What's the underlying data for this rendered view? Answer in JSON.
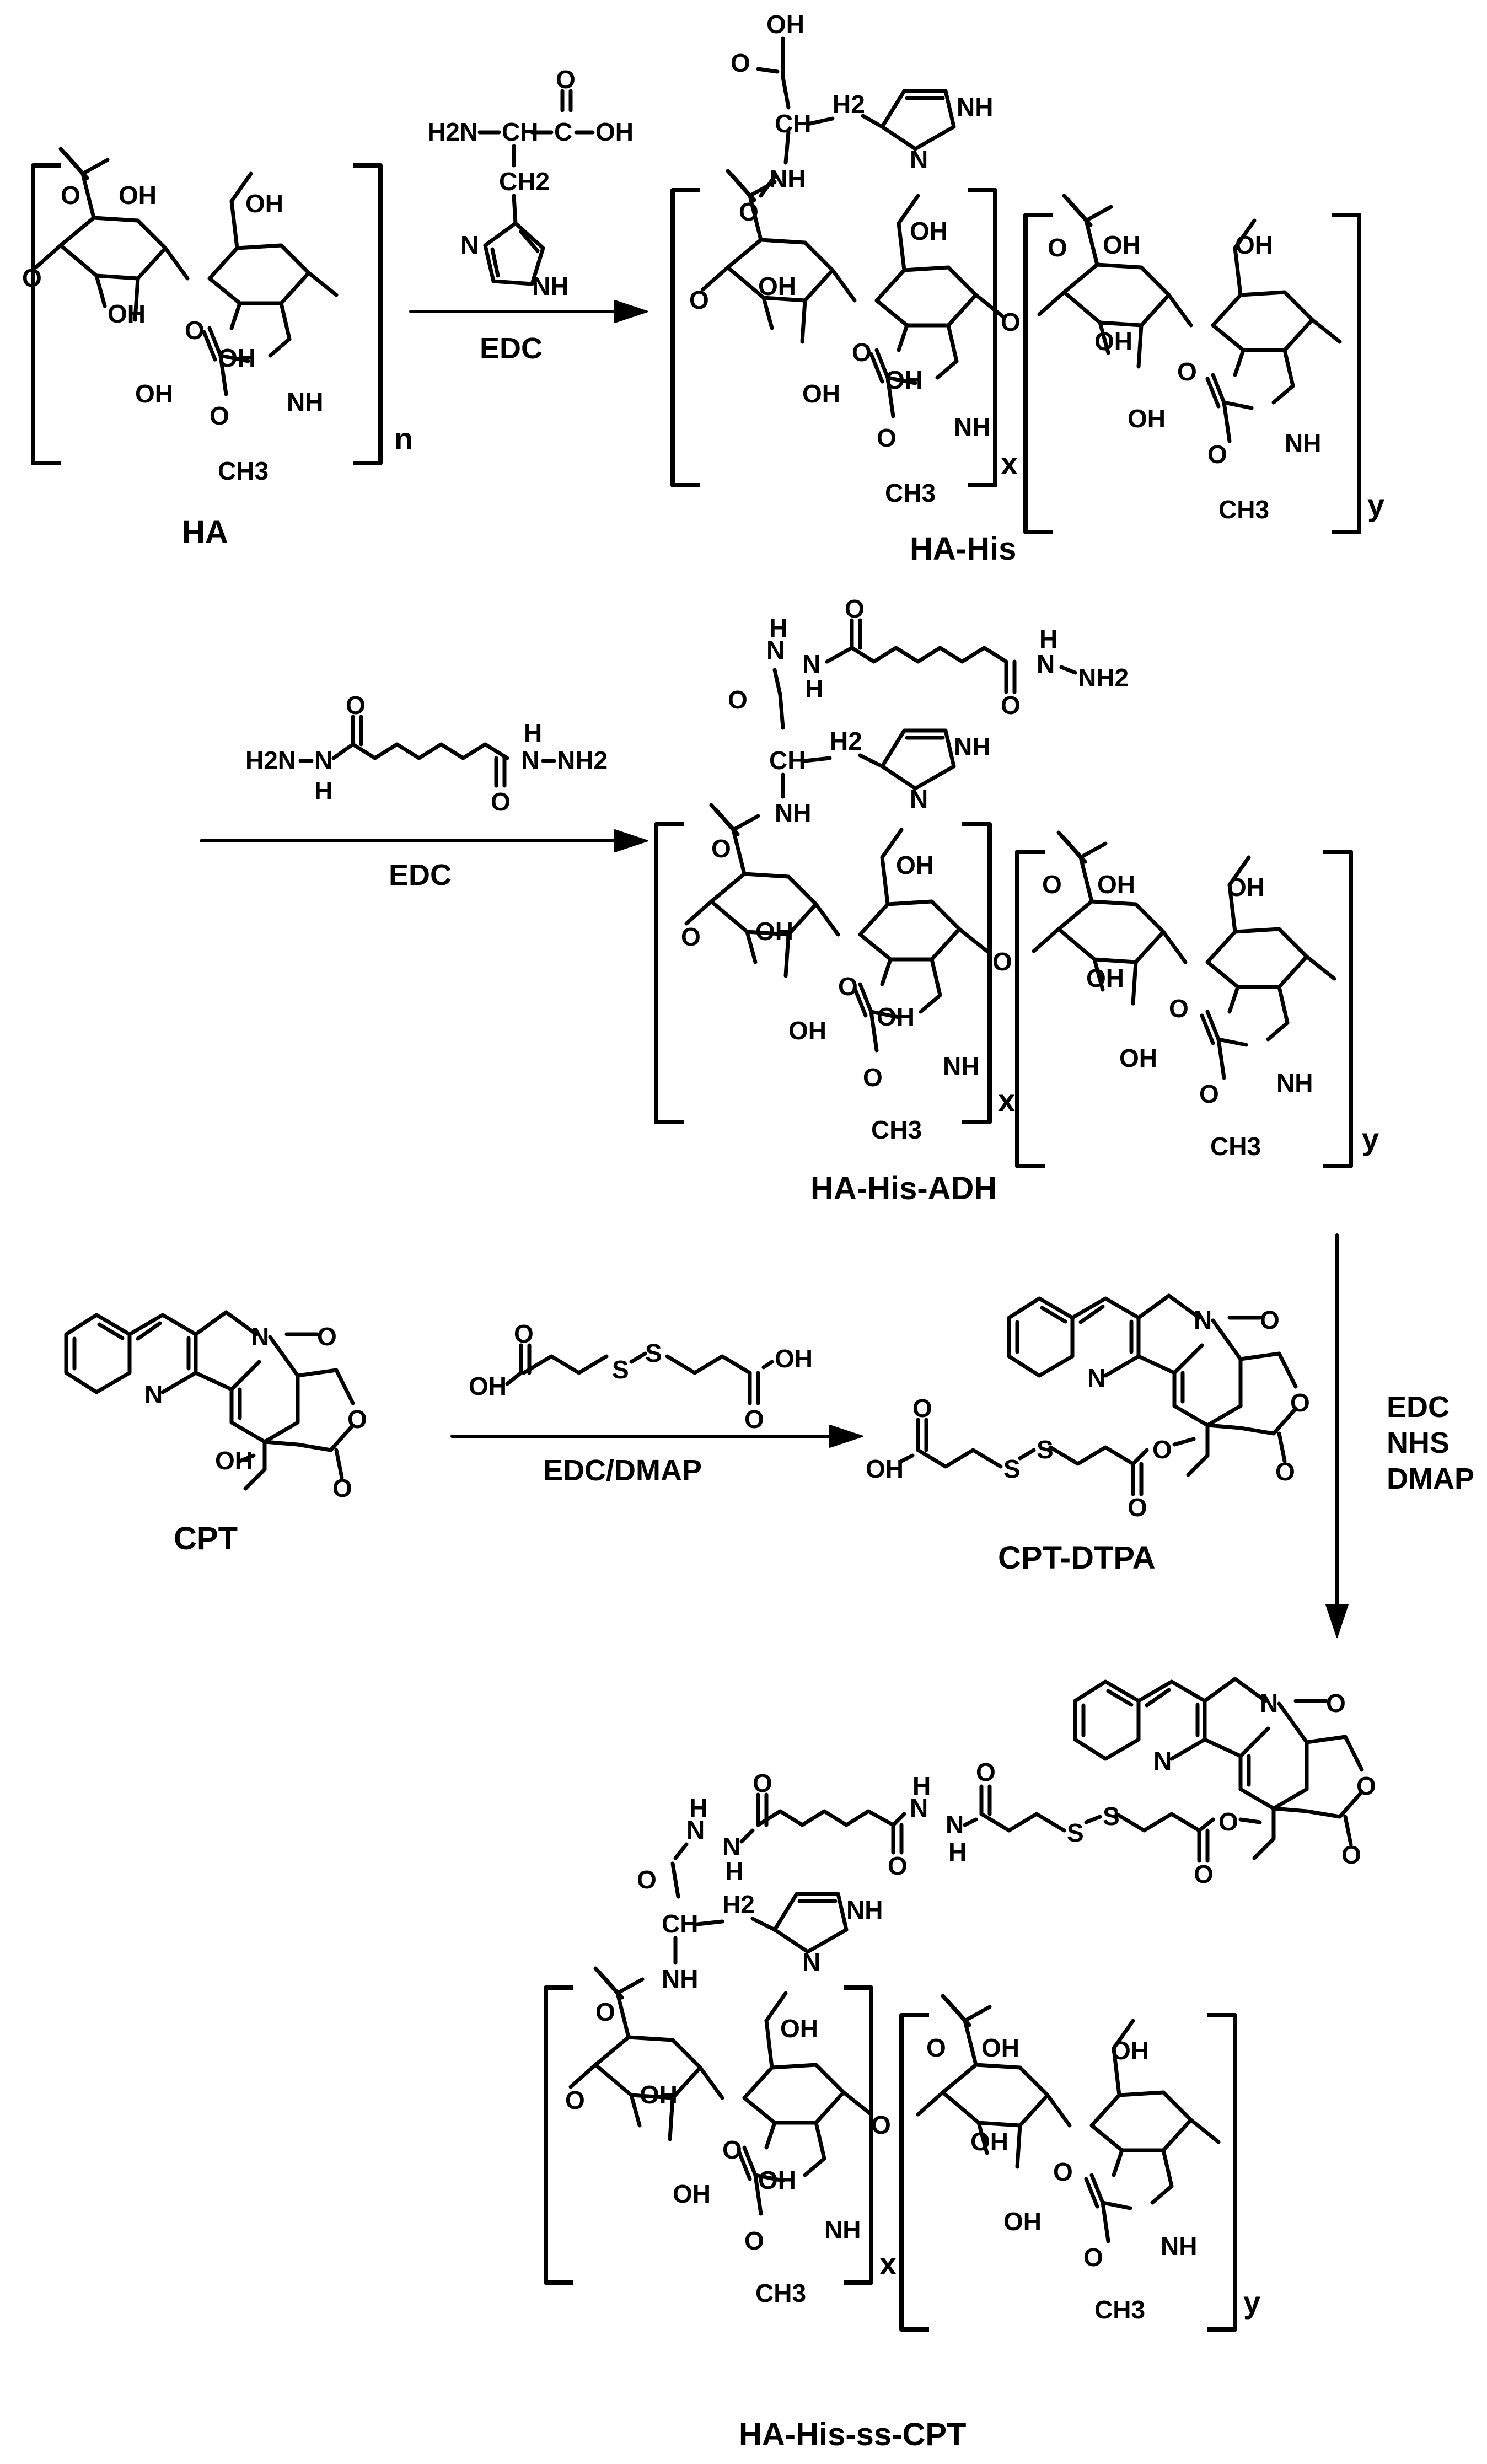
{
  "compounds": {
    "ha": "HA",
    "ha_his": "HA-His",
    "ha_his_adh": "HA-His-ADH",
    "cpt": "CPT",
    "cpt_dtpa": "CPT-DTPA",
    "ha_his_ss_cpt": "HA-His-ss-CPT"
  },
  "reagents": {
    "step1": "EDC",
    "step2": "EDC",
    "step3": "EDC/DMAP",
    "step4": [
      "EDC",
      "NHS",
      "DMAP"
    ]
  },
  "subscripts": {
    "n": "n",
    "x": "x",
    "y": "y"
  },
  "atoms": {
    "oh": "OH",
    "o": "O",
    "n": "N",
    "nh": "NH",
    "h2n": "H2N",
    "nh2": "NH2",
    "ch2": "CH2",
    "h2": "H2",
    "ch3": "CH3",
    "ch": "CH",
    "c": "C",
    "s": "S",
    "h": "H"
  }
}
